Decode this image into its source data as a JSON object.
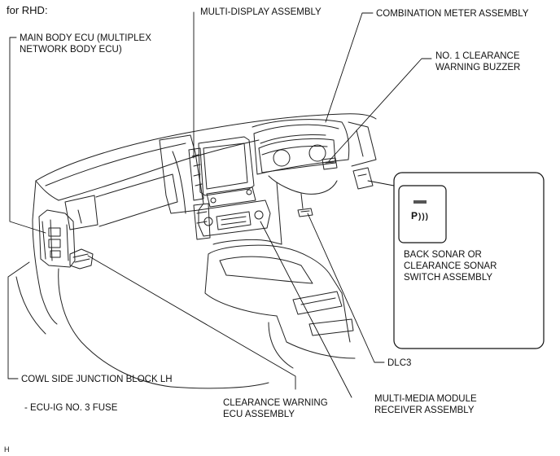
{
  "header": {
    "title": "for RHD:"
  },
  "labels": {
    "main_body_ecu_line1": "MAIN BODY ECU (MULTIPLEX",
    "main_body_ecu_line2": "NETWORK BODY ECU)",
    "multi_display": "MULTI-DISPLAY ASSEMBLY",
    "combination_meter": "COMBINATION METER ASSEMBLY",
    "clearance_buzzer_line1": "NO. 1 CLEARANCE",
    "clearance_buzzer_line2": "WARNING BUZZER",
    "cowl_side": "COWL SIDE JUNCTION BLOCK LH",
    "ecu_ig_fuse": "- ECU-IG NO. 3 FUSE",
    "clearance_ecu_line1": "CLEARANCE WARNING",
    "clearance_ecu_line2": "ECU ASSEMBLY",
    "multimedia_line1": "MULTI-MEDIA MODULE",
    "multimedia_line2": "RECEIVER ASSEMBLY",
    "dlc3": "DLC3",
    "switch_line1": "BACK SONAR OR",
    "switch_line2": "CLEARANCE SONAR",
    "switch_line3": "SWITCH ASSEMBLY"
  },
  "switch_icon_text": "P",
  "corner_mark": "H"
}
